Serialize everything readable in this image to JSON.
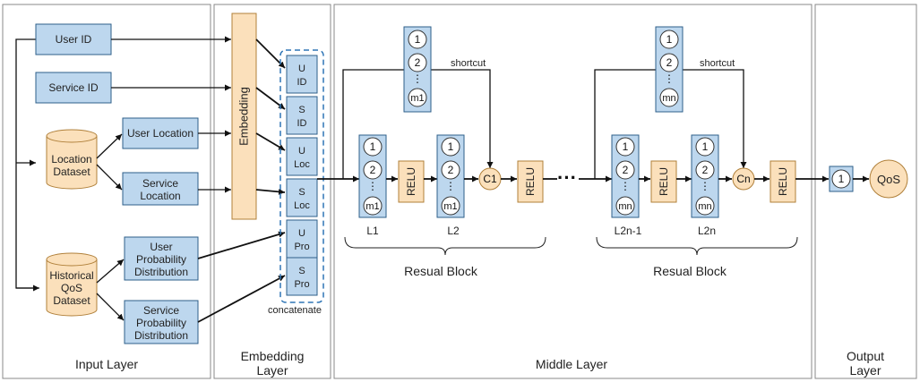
{
  "layers": {
    "input": "Input Layer",
    "embedding_l1": "Embedding",
    "embedding_l2": "Layer",
    "middle": "Middle Layer",
    "output_l1": "Output",
    "output_l2": "Layer"
  },
  "input": {
    "user_id": "User ID",
    "service_id": "Service ID",
    "user_location": "User Location",
    "service_location_l1": "Service",
    "service_location_l2": "Location",
    "location_dataset_l1": "Location",
    "location_dataset_l2": "Dataset",
    "historical_l1": "Historical",
    "historical_l2": "QoS",
    "historical_l3": "Dataset",
    "user_prob_l1": "User",
    "user_prob_l2": "Probability",
    "user_prob_l3": "Distribution",
    "service_prob_l1": "Service",
    "service_prob_l2": "Probability",
    "service_prob_l3": "Distribution"
  },
  "embedding": {
    "block": "Embedding",
    "cells": [
      {
        "top": "U",
        "bottom": "ID"
      },
      {
        "top": "S",
        "bottom": "ID"
      },
      {
        "top": "U",
        "bottom": "Loc"
      },
      {
        "top": "S",
        "bottom": "Loc"
      },
      {
        "top": "U",
        "bottom": "Pro"
      },
      {
        "top": "S",
        "bottom": "Pro"
      }
    ],
    "concat": "concatenate"
  },
  "middle": {
    "relu": "RELU",
    "shortcut": "shortcut",
    "n1": "1",
    "n2": "2",
    "ellipsis": "⋮",
    "m1": "m1",
    "mn": "mn",
    "c1": "C1",
    "cn": "Cn",
    "l1": "L1",
    "l2": "L2",
    "l2n1": "L2n-1",
    "l2n": "L2n",
    "dots": "···",
    "block_label": "Resual Block"
  },
  "output": {
    "node": "1",
    "qos": "QoS"
  }
}
